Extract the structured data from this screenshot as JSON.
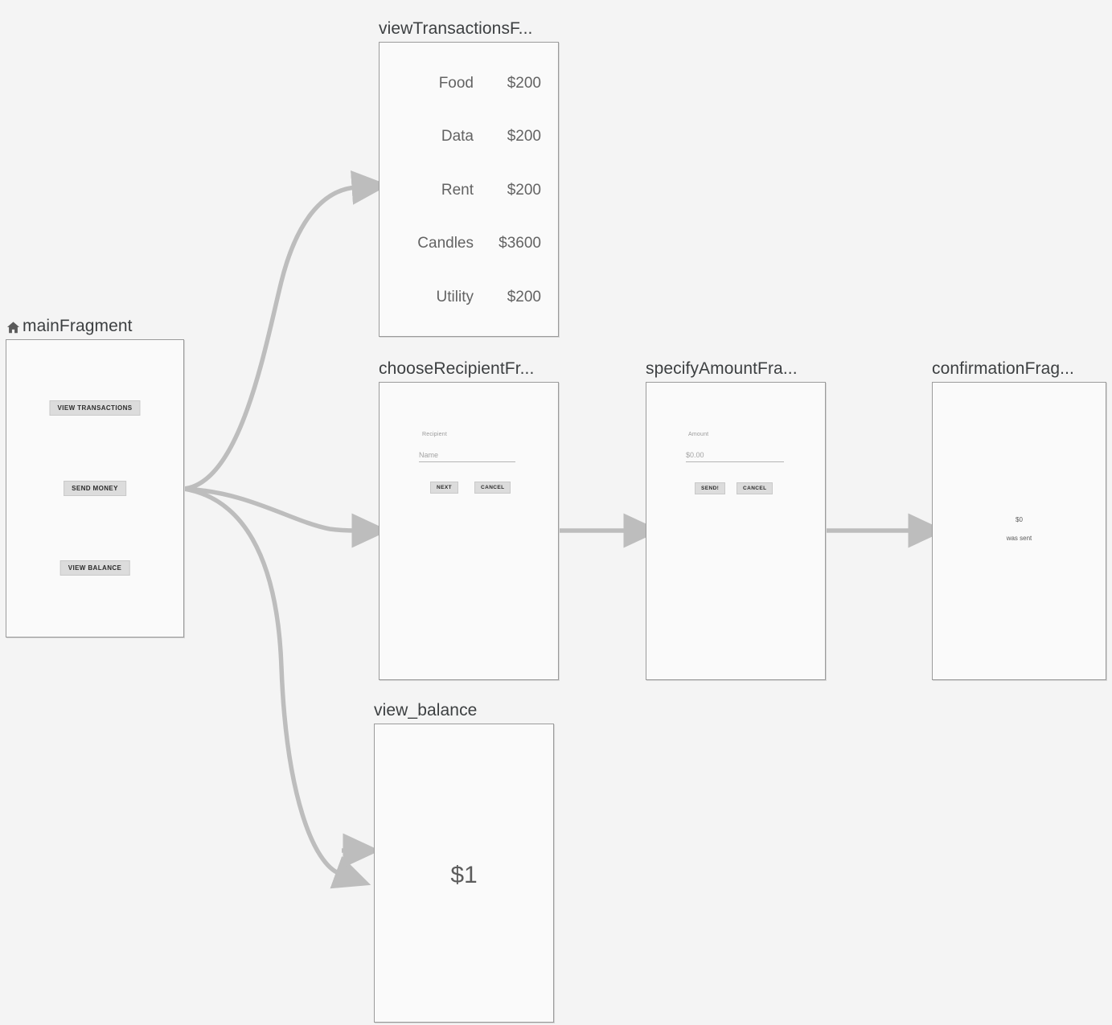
{
  "canvas": {
    "background": "#f4f4f4",
    "node_fill": "#fafafa",
    "node_border": "#9b9b9b",
    "wire_color": "#bdbdbd",
    "label_color": "#3c3f41"
  },
  "nodes": {
    "main": {
      "label": "mainFragment",
      "icon": "home-icon",
      "is_start_destination": true,
      "buttons": [
        {
          "label": "VIEW TRANSACTIONS"
        },
        {
          "label": "SEND MONEY"
        },
        {
          "label": "VIEW BALANCE"
        }
      ]
    },
    "view_transactions": {
      "label": "viewTransactionsF...",
      "full_label": "viewTransactionsFragment",
      "transactions": [
        {
          "name": "Food",
          "amount": "$200"
        },
        {
          "name": "Data",
          "amount": "$200"
        },
        {
          "name": "Rent",
          "amount": "$200"
        },
        {
          "name": "Candles",
          "amount": "$3600"
        },
        {
          "name": "Utility",
          "amount": "$200"
        }
      ]
    },
    "choose_recipient": {
      "label": "chooseRecipientFr...",
      "full_label": "chooseRecipientFragment",
      "field_label": "Recipient",
      "field_placeholder": "Name",
      "primary_button": "NEXT",
      "secondary_button": "CANCEL"
    },
    "specify_amount": {
      "label": "specifyAmountFra...",
      "full_label": "specifyAmountFragment",
      "field_label": "Amount",
      "field_placeholder": "$0.00",
      "primary_button": "SEND!",
      "secondary_button": "CANCEL"
    },
    "confirmation": {
      "label": "confirmationFrag...",
      "full_label": "confirmationFragment",
      "amount": "$0",
      "caption": "was sent"
    },
    "view_balance": {
      "label": "view_balance",
      "balance": "$1"
    }
  },
  "connections": [
    {
      "name": "main-to-view-transactions",
      "from": "mainFragment",
      "to": "viewTransactionsFragment"
    },
    {
      "name": "main-to-choose-recipient",
      "from": "mainFragment",
      "to": "chooseRecipientFragment"
    },
    {
      "name": "main-to-view-balance",
      "from": "mainFragment",
      "to": "view_balance"
    },
    {
      "name": "recipient-to-amount",
      "from": "chooseRecipientFragment",
      "to": "specifyAmountFragment"
    },
    {
      "name": "amount-to-confirmation",
      "from": "specifyAmountFragment",
      "to": "confirmationFragment"
    }
  ]
}
